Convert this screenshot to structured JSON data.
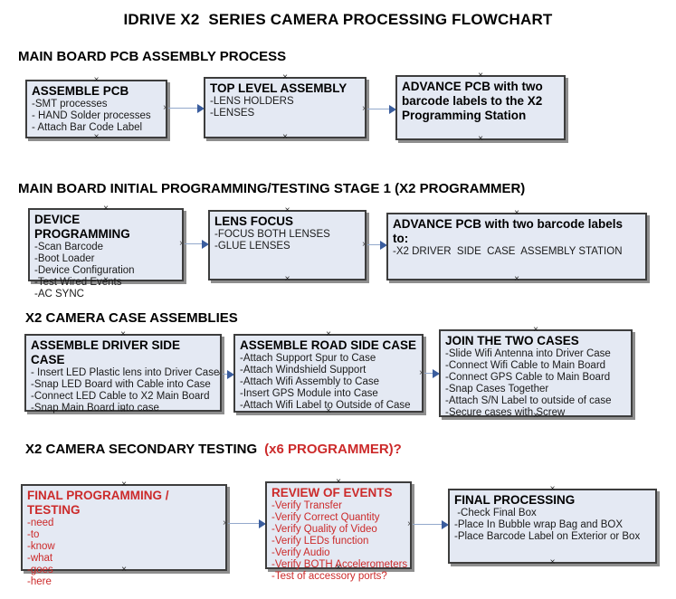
{
  "title": "IDRIVE X2  SERIES CAMERA PROCESSING FLOWCHART",
  "colors": {
    "node_fill": "#e4e9f3",
    "node_border": "#3d3d3d",
    "node_shadow": "#8e8e8e",
    "accent_red": "#cc2a2a",
    "connector_line": "#93a9cc",
    "connector_head": "#3a5d9e"
  },
  "sections": [
    {
      "heading": "MAIN BOARD PCB ASSEMBLY PROCESS",
      "boxes": [
        {
          "title": "ASSEMBLE PCB",
          "items": [
            "-SMT processes",
            "- HAND Solder processes",
            "- Attach Bar Code Label"
          ]
        },
        {
          "title": "TOP LEVEL ASSEMBLY",
          "items": [
            "-LENS HOLDERS",
            "-LENSES"
          ]
        },
        {
          "title": "ADVANCE PCB with two barcode labels to the X2 Programming Station",
          "items": []
        }
      ]
    },
    {
      "heading": "MAIN BOARD INITIAL PROGRAMMING/TESTING STAGE 1 (X2 PROGRAMMER)",
      "boxes": [
        {
          "title": "DEVICE PROGRAMMING",
          "items": [
            "-Scan Barcode",
            "-Boot Loader",
            "-Device Configuration",
            "-Test Wired Events",
            "-AC SYNC"
          ]
        },
        {
          "title": "LENS FOCUS",
          "items": [
            "-FOCUS BOTH LENSES",
            "-GLUE LENSES"
          ]
        },
        {
          "title": "ADVANCE PCB with two barcode labels to:",
          "items": [
            "-X2 DRIVER  SIDE  CASE  ASSEMBLY STATION"
          ]
        }
      ]
    },
    {
      "heading": "X2 CAMERA CASE ASSEMBLIES",
      "boxes": [
        {
          "title": "ASSEMBLE DRIVER SIDE CASE",
          "items": [
            "- Insert LED Plastic lens into Driver Case",
            "-Snap LED Board with Cable into Case",
            "-Connect LED Cable to X2 Main Board",
            "-Snap Main Board into case"
          ]
        },
        {
          "title": "ASSEMBLE ROAD SIDE CASE",
          "items": [
            "-Attach Support Spur to Case",
            "-Attach Windshield Support",
            "-Attach Wifi Assembly to Case",
            "-Insert GPS Module into Case",
            "-Attach Wifi Label to Outside of Case"
          ]
        },
        {
          "title": "JOIN THE TWO CASES",
          "items": [
            "-Slide Wifi Antenna into Driver Case",
            "-Connect Wifi Cable to Main Board",
            "-Connect GPS Cable to Main Board",
            "-Snap Cases Together",
            "-Attach S/N Label to outside of case",
            "-Secure cases with Screw"
          ]
        }
      ]
    },
    {
      "heading": "X2 CAMERA SECONDARY TESTING",
      "heading_red": "(x6 PROGRAMMER)?",
      "boxes": [
        {
          "title": "FINAL PROGRAMMING / TESTING",
          "items": [
            "-need",
            "-to",
            "-know",
            "-what",
            "-goes",
            "-here"
          ]
        },
        {
          "title": "REVIEW OF EVENTS",
          "items": [
            "-Verify Transfer",
            "-Verify Correct Quantity",
            "-Verify Quality of Video",
            "-Verify LEDs function",
            "-Verify Audio",
            "-Verify BOTH Accelerometers",
            "-Test of accessory ports?"
          ]
        },
        {
          "title": "FINAL PROCESSING",
          "items": [
            " -Check Final Box",
            "-Place In Bubble wrap Bag and BOX",
            "-Place Barcode Label on Exterior or Box"
          ]
        }
      ]
    }
  ]
}
